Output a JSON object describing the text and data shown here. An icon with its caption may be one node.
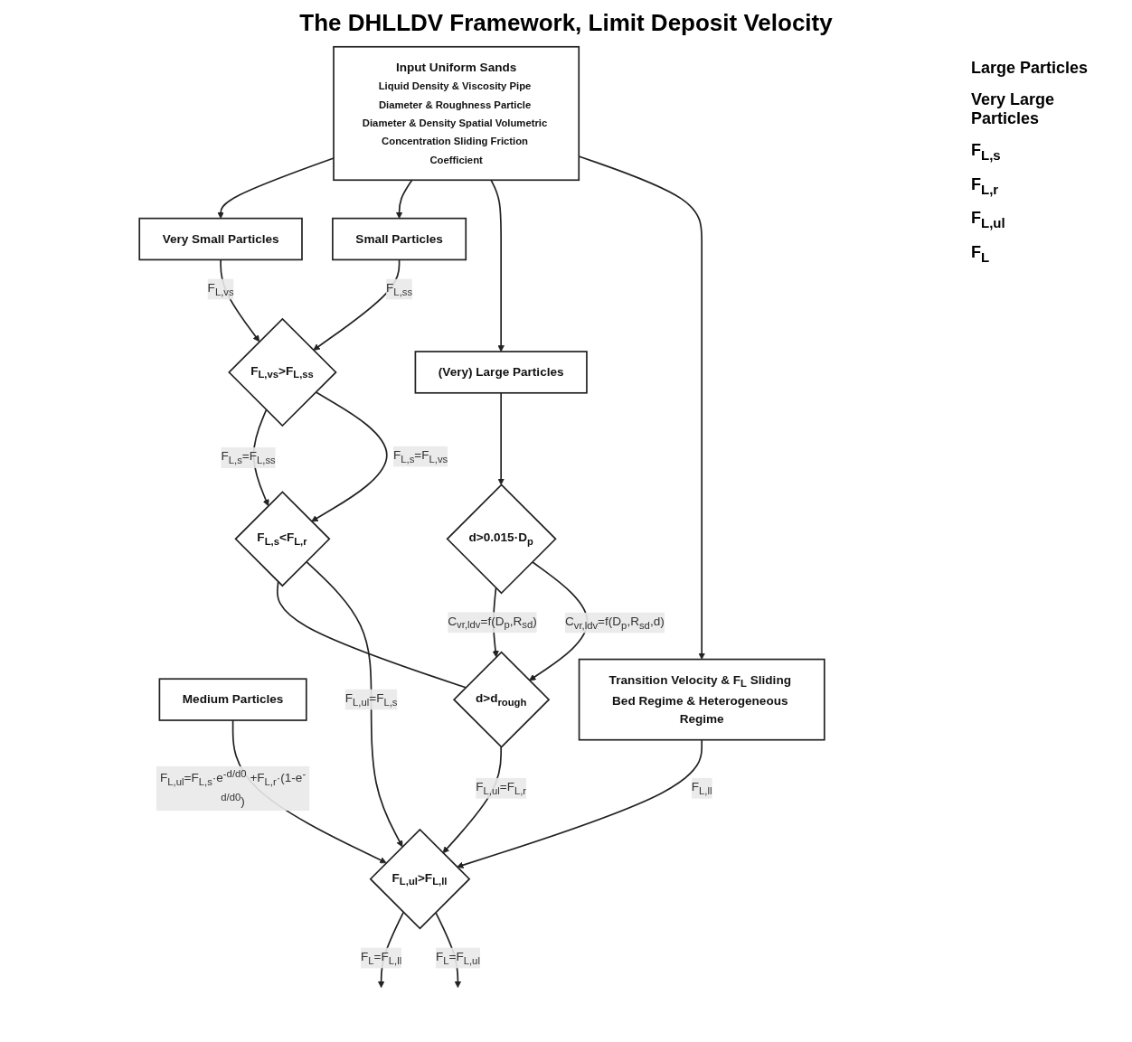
{
  "diagram": {
    "title": "The DHLLDV Framework, Limit Deposit Velocity",
    "nodes": [
      {
        "text": [
          "Input Uniform Sands",
          "Liquid Density & Viscosity Pipe Diameter & Roughness Particle Diameter & Density Spatial Volumetric Concentration Sliding Friction Coefficient"
        ]
      },
      {
        "text": [
          "Very Small Particles"
        ]
      },
      {
        "text": [
          "Small Particles"
        ]
      },
      {
        "text": [
          "(Very) Large Particles"
        ]
      },
      {
        "text": [
          "F$_{L,vs}$>F$_{L,ss}$"
        ]
      },
      {
        "text": [
          "d>0.015·D$_{p}$"
        ]
      },
      {
        "text": [
          "F$_{L,s}$<F$_{L,r}$"
        ]
      },
      {
        "text": [
          "Medium Particles"
        ]
      },
      {
        "text": [
          "d>d$_{rough}$"
        ]
      },
      {
        "text": [
          "Transition Velocity & F$_{L}$ Sliding Bed Regime & Heterogeneous Regime"
        ]
      },
      {
        "text": [
          "F$_{L,ul}$>F$_{L,ll}$"
        ]
      }
    ],
    "edges": [
      {
        "from": 0,
        "to": 1,
        "arrow": "to"
      },
      {
        "from": 0,
        "to": 2,
        "arrow": "to"
      },
      {
        "from": 0,
        "to": 3,
        "arrow": "to"
      },
      {
        "from": 0,
        "to": 9,
        "arrow": "to"
      },
      {
        "from": 1,
        "to": 4,
        "arrow": "to",
        "label": "F$_{L,vs}$"
      },
      {
        "from": 2,
        "to": 4,
        "arrow": "to",
        "label": "F$_{L,ss}$"
      },
      {
        "from": 3,
        "to": 5,
        "arrow": "to"
      },
      {
        "from": 4,
        "to": 6,
        "arrow": "to",
        "label": "F$_{L,s}$=F$_{L,ss}$"
      },
      {
        "from": 4,
        "to": 6,
        "arrow": "to",
        "label": "F$_{L,s}$=F$_{L,vs}$"
      },
      {
        "from": 5,
        "to": 8,
        "arrow": "to",
        "label": "C$_{vr,ldv}$=f(D$_{p}$,R$_{sd}$)"
      },
      {
        "from": 5,
        "to": 8,
        "arrow": "to",
        "label": "C$_{vr,ldv}$=f(D$_{p}$,R$_{sd}$,d)"
      },
      {
        "from": 6,
        "to": 8,
        "arrow": "none"
      },
      {
        "from": 6,
        "to": 10,
        "arrow": "to",
        "label": "F$_{L,ul}$=F$_{L,s}$"
      },
      {
        "from": 7,
        "to": 10,
        "arrow": "to",
        "label": "F$_{L,ul}$=F$_{L,s}$·e$^{-d/d0}$ +F$_{L,r}$·(1-e$^{-d/d0}$)"
      },
      {
        "from": 8,
        "to": 10,
        "arrow": "to",
        "label": "F$_{L,ul}$=F$_{L,r}$"
      },
      {
        "from": 9,
        "to": 10,
        "arrow": "to",
        "label": "F$_{L,ll}$"
      },
      {
        "from": 10,
        "to": null,
        "arrow": "to",
        "label": "F$_{L}$=F$_{L,ll}$"
      },
      {
        "from": 10,
        "to": null,
        "arrow": "to",
        "label": "F$_{L}$=F$_{L,ul}$"
      }
    ],
    "labels": [
      "Large Particles",
      "Very Large Particles",
      "F$_{L,s}$",
      "F$_{L,r}$",
      "F$_{L,ul}$",
      "F$_{L}$"
    ]
  }
}
